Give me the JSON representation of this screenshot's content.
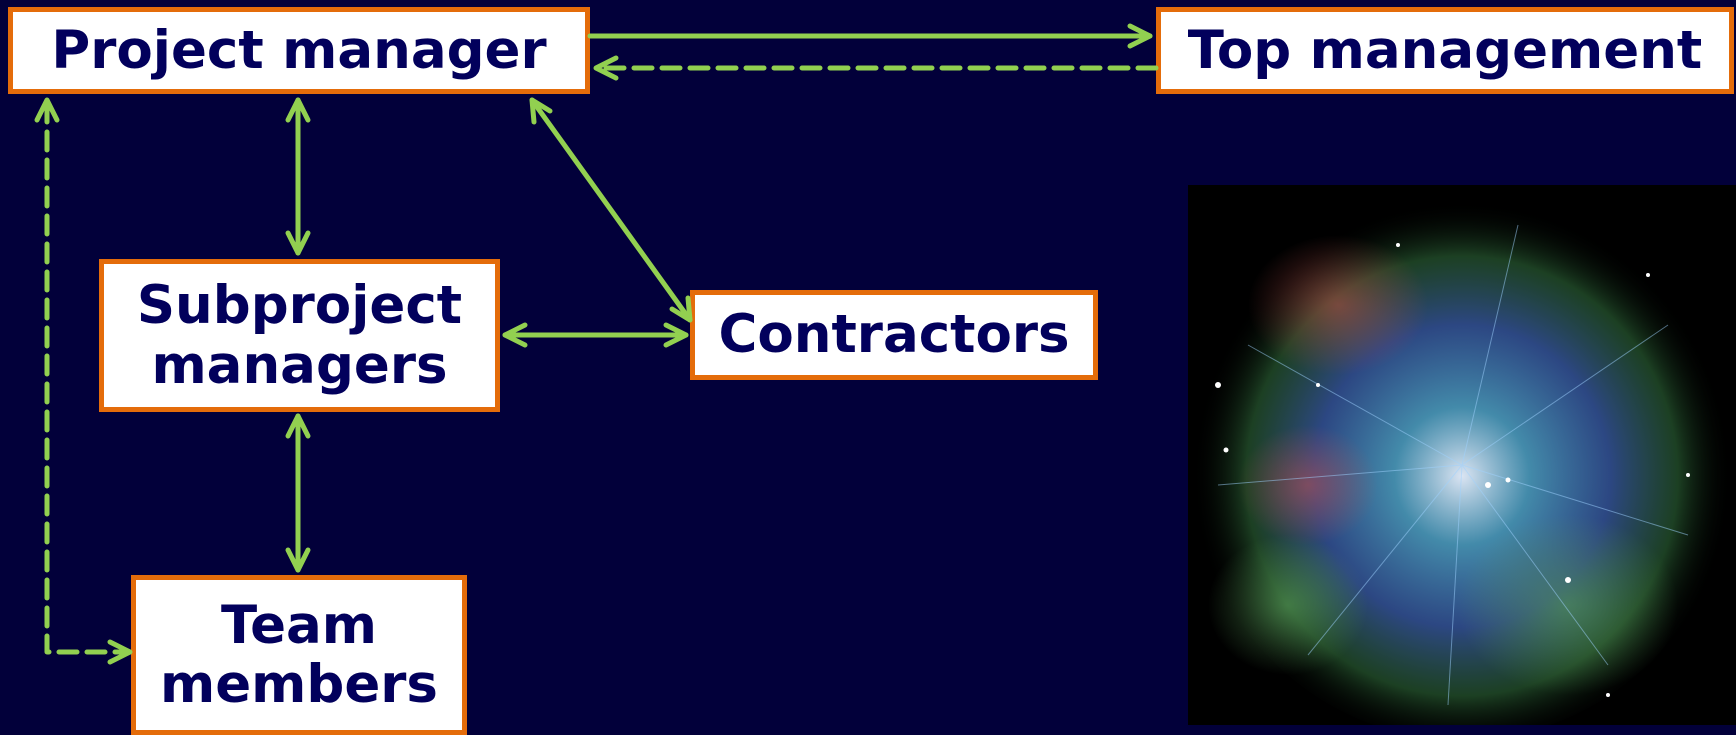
{
  "nodes": {
    "project_manager": "Project manager",
    "top_management": "Top management",
    "subproject_managers": [
      "Subproject",
      "managers"
    ],
    "contractors": "Contractors",
    "team_members": [
      "Team",
      "members"
    ]
  },
  "colors": {
    "background": "#02003a",
    "box_border": "#e46c0a",
    "box_text": "#02005c",
    "arrow": "#92d050"
  }
}
